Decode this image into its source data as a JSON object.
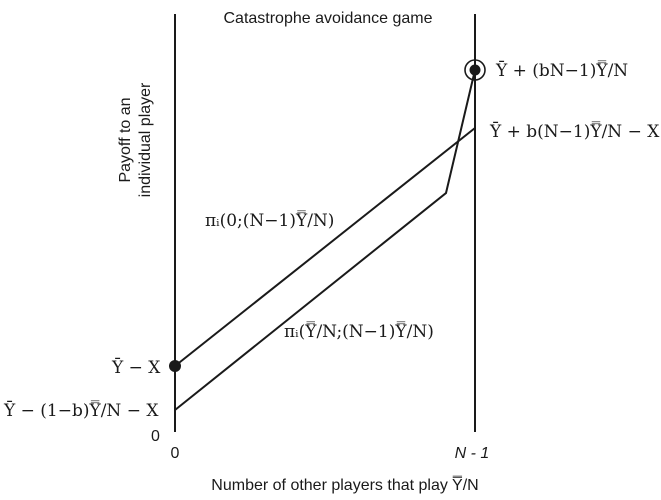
{
  "title": "Catastrophe avoidance game",
  "axes": {
    "y_label_line1": "Payoff to an",
    "y_label_line2": "individual player",
    "x_label": "Number of other players that play Y̿/N",
    "x_tick_left": "0",
    "x_tick_right": "N - 1",
    "y_tick_zero": "0"
  },
  "labels": {
    "top_right_point": "Ȳ + (bN−1)Y̿/N",
    "upper_line_end": "Ȳ + b(N−1)Y̿/N − X",
    "upper_line_name": "πᵢ(0;(N−1)Y̿/N)",
    "lower_line_name": "πᵢ(Y̿/N;(N−1)Y̿/N)",
    "upper_line_start": "Ȳ − X",
    "lower_line_start": "Ȳ − (1−b)Y̿/N − X"
  },
  "colors": {
    "ink": "#1a1a1a",
    "background": "#ffffff"
  }
}
